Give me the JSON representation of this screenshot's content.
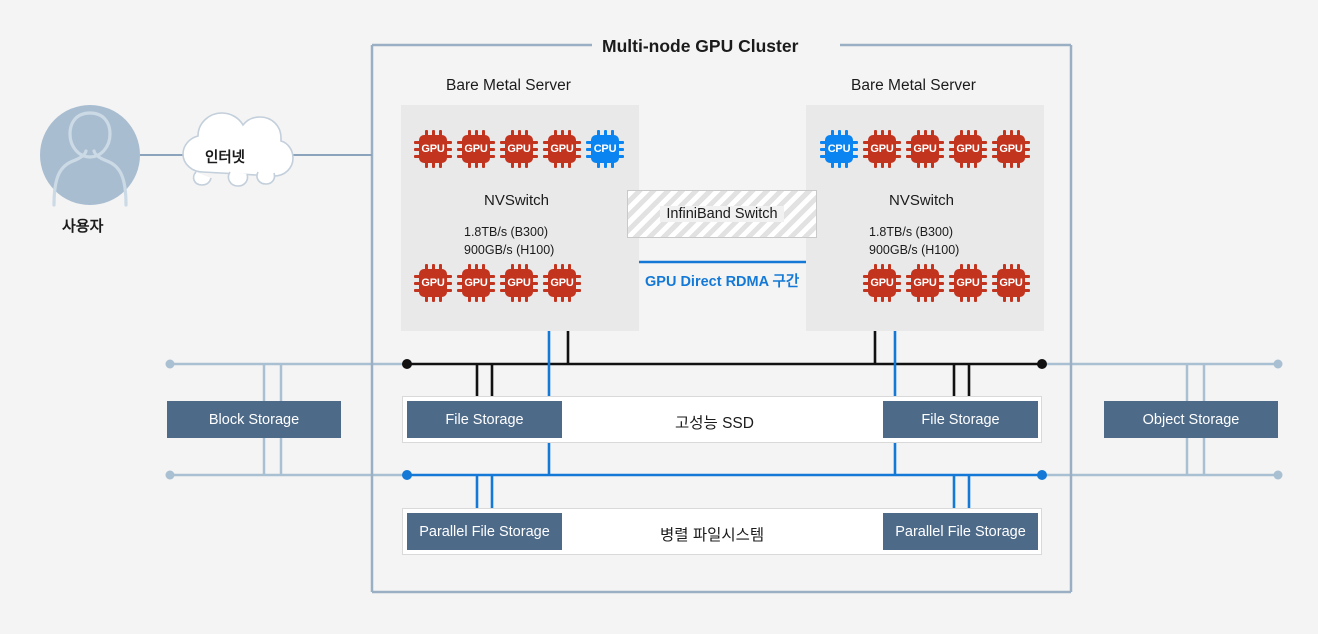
{
  "diagram": {
    "title": "Multi-node GPU Cluster",
    "background_color": "#f4f4f4",
    "frame_color": "#9aafc4",
    "accent_blue": "#1479d6",
    "gpu_color": "#c3341f",
    "cpu_color": "#0a84f0",
    "storage_box_color": "#4d6a89",
    "gray_link_color": "#a9bfd2"
  },
  "user": {
    "label": "사용자",
    "avatar_icon": "user-avatar-icon"
  },
  "internet": {
    "label": "인터넷",
    "icon": "cloud-icon"
  },
  "servers": [
    {
      "title": "Bare Metal Server",
      "top_chips": [
        {
          "type": "gpu",
          "label": "GPU"
        },
        {
          "type": "gpu",
          "label": "GPU"
        },
        {
          "type": "gpu",
          "label": "GPU"
        },
        {
          "type": "gpu",
          "label": "GPU"
        },
        {
          "type": "cpu",
          "label": "CPU"
        }
      ],
      "switch_label": "NVSwitch",
      "bandwidth": [
        "1.8TB/s (B300)",
        "900GB/s (H100)"
      ],
      "bottom_chips": [
        {
          "type": "gpu",
          "label": "GPU"
        },
        {
          "type": "gpu",
          "label": "GPU"
        },
        {
          "type": "gpu",
          "label": "GPU"
        },
        {
          "type": "gpu",
          "label": "GPU"
        }
      ]
    },
    {
      "title": "Bare Metal Server",
      "top_chips": [
        {
          "type": "cpu",
          "label": "CPU"
        },
        {
          "type": "gpu",
          "label": "GPU"
        },
        {
          "type": "gpu",
          "label": "GPU"
        },
        {
          "type": "gpu",
          "label": "GPU"
        },
        {
          "type": "gpu",
          "label": "GPU"
        }
      ],
      "switch_label": "NVSwitch",
      "bandwidth": [
        "1.8TB/s (B300)",
        "900GB/s (H100)"
      ],
      "bottom_chips": [
        {
          "type": "gpu",
          "label": "GPU"
        },
        {
          "type": "gpu",
          "label": "GPU"
        },
        {
          "type": "gpu",
          "label": "GPU"
        },
        {
          "type": "gpu",
          "label": "GPU"
        }
      ]
    }
  ],
  "interconnect": {
    "switch_label": "InfiniBand Switch",
    "rdma_label": "GPU Direct RDMA 구간"
  },
  "storage": {
    "block": {
      "label": "Block Storage"
    },
    "object": {
      "label": "Object Storage"
    },
    "ssd_row": {
      "left_box": "File Storage",
      "center_label": "고성능 SSD",
      "right_box": "File Storage"
    },
    "pfs_row": {
      "left_box": "Parallel File Storage",
      "center_label": "병렬 파일시스템",
      "right_box": "Parallel File Storage"
    }
  }
}
